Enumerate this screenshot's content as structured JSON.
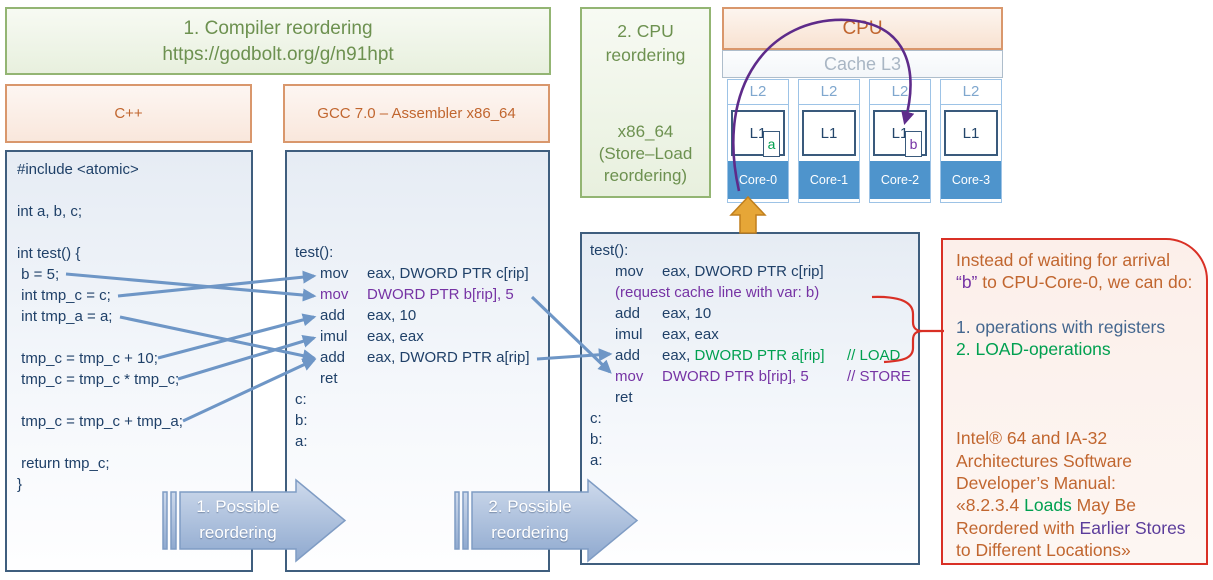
{
  "title_box": {
    "line1": "1. Compiler reordering",
    "line2": "https://godbolt.org/g/n91hpt"
  },
  "headers": {
    "cpp": "C++",
    "gcc": "GCC 7.0 – Assembler x86_64"
  },
  "cpp_code": {
    "lines": [
      "#include <atomic>",
      "",
      "int a, b, c;",
      "",
      "int test() {",
      " b = 5;",
      " int tmp_c = c;",
      " int tmp_a = a;",
      "",
      " tmp_c = tmp_c + 10;",
      " tmp_c = tmp_c * tmp_c;",
      "",
      " tmp_c = tmp_c + tmp_a;",
      "",
      " return tmp_c;",
      "}"
    ]
  },
  "asm1": {
    "lines": [
      {
        "lab": "test():"
      },
      {
        "mn": "mov",
        "ops": [
          {
            "t": "eax, DWORD PTR c[rip]",
            "c": "navy"
          }
        ]
      },
      {
        "mn": "mov",
        "mnc": "purple",
        "ops": [
          {
            "t": "DWORD PTR b[rip], 5",
            "c": "purple"
          }
        ]
      },
      {
        "mn": "add",
        "ops": [
          {
            "t": "eax, 10",
            "c": "navy"
          }
        ]
      },
      {
        "mn": "imul",
        "ops": [
          {
            "t": "eax, eax",
            "c": "navy"
          }
        ]
      },
      {
        "mn": "add",
        "ops": [
          {
            "t": "eax, DWORD PTR a[rip]",
            "c": "navy"
          }
        ]
      },
      {
        "mn": "ret",
        "ops": []
      },
      {
        "lab": "c:"
      },
      {
        "lab": "b:"
      },
      {
        "lab": "a:"
      }
    ]
  },
  "cpu_reorder_box": {
    "title_line1": "2. CPU",
    "title_line2": "reordering",
    "sub_line1": "x86_64",
    "sub_line2": "(Store–Load",
    "sub_line3": "reordering)"
  },
  "cpu": {
    "title": "CPU",
    "cache": "Cache L3",
    "cores": [
      {
        "l2": "L2",
        "l1": "L1",
        "name": "Core-0",
        "var": "a"
      },
      {
        "l2": "L2",
        "l1": "L1",
        "name": "Core-1",
        "var": ""
      },
      {
        "l2": "L2",
        "l1": "L1",
        "name": "Core-2",
        "var": "b"
      },
      {
        "l2": "L2",
        "l1": "L1",
        "name": "Core-3",
        "var": ""
      }
    ]
  },
  "asm2": {
    "lines": [
      {
        "lab": "test():"
      },
      {
        "mn": "mov",
        "ops": [
          {
            "t": "eax, DWORD PTR c[rip]",
            "c": "navy"
          }
        ]
      },
      {
        "raw": [
          {
            "t": "(request cache line with var: b)",
            "c": "purple"
          }
        ]
      },
      {
        "mn": "add",
        "ops": [
          {
            "t": "eax, 10",
            "c": "navy"
          }
        ]
      },
      {
        "mn": "imul",
        "ops": [
          {
            "t": "eax, eax",
            "c": "navy"
          }
        ]
      },
      {
        "mn": "add",
        "ops": [
          {
            "t": "eax, ",
            "c": "navy"
          },
          {
            "t": "DWORD PTR a[rip]",
            "c": "green"
          }
        ],
        "cm": [
          {
            "t": "// LOAD",
            "c": "green"
          }
        ]
      },
      {
        "mn": "mov",
        "mnc": "purple",
        "ops": [
          {
            "t": "DWORD PTR b[rip], 5",
            "c": "purple"
          }
        ],
        "cm": [
          {
            "t": "// STORE",
            "c": "purple"
          }
        ]
      },
      {
        "mn": "ret",
        "ops": []
      },
      {
        "lab": "c:"
      },
      {
        "lab": "b:"
      },
      {
        "lab": "a:"
      }
    ]
  },
  "note_box": {
    "lines": [
      [
        {
          "t": "Instead of waiting for arrival",
          "c": "orange"
        }
      ],
      [
        {
          "t": "“b”",
          "c": "purple"
        },
        {
          "t": " to CPU-Core-0, we can do:",
          "c": "orange"
        }
      ],
      [],
      [
        {
          "t": "1. operations with registers",
          "c": "steel"
        }
      ],
      [
        {
          "t": "2. LOAD-operations",
          "c": "green"
        }
      ],
      [],
      [],
      [],
      [
        {
          "t": "Intel® 64 and IA-32",
          "c": "orange"
        }
      ],
      [
        {
          "t": "Architectures Software",
          "c": "orange"
        }
      ],
      [
        {
          "t": "Developer’s Manual:",
          "c": "orange"
        }
      ],
      [
        {
          "t": "«8.2.3.4 ",
          "c": "orange"
        },
        {
          "t": "Loads",
          "c": "green"
        },
        {
          "t": " May Be",
          "c": "orange"
        }
      ],
      [
        {
          "t": "Reordered with ",
          "c": "orange"
        },
        {
          "t": "Earlier Stores",
          "c": "indigo"
        }
      ],
      [
        {
          "t": "to Different Locations»",
          "c": "orange"
        }
      ]
    ]
  },
  "reorder_arrows": {
    "arrow1_line1": "1. Possible",
    "arrow1_line2": "reordering",
    "arrow2_line1": "2. Possible",
    "arrow2_line2": "reordering"
  },
  "colors": {
    "green_text": "#6D9150",
    "green_border": "#93B573",
    "orange_text": "#C1662F",
    "orange_border": "#D9976C",
    "code_box_border": "#3F5E7E",
    "navy_code": "#1F4068",
    "purple_code": "#7633A4",
    "green_code": "#00A050",
    "steel_blue_text": "#44678F",
    "indigo_text": "#5B3C9B",
    "red_border": "#D93025",
    "core_blue": "#4E94CC",
    "l2_blue": "#9DC3E6",
    "cache_gray": "#A9B6C4",
    "gold_arrow": "#E6A637",
    "connector_blue": "#6E96C6",
    "arc_purple": "#5E2B8A",
    "striped_arrow_fill": "#A9BFDC"
  }
}
